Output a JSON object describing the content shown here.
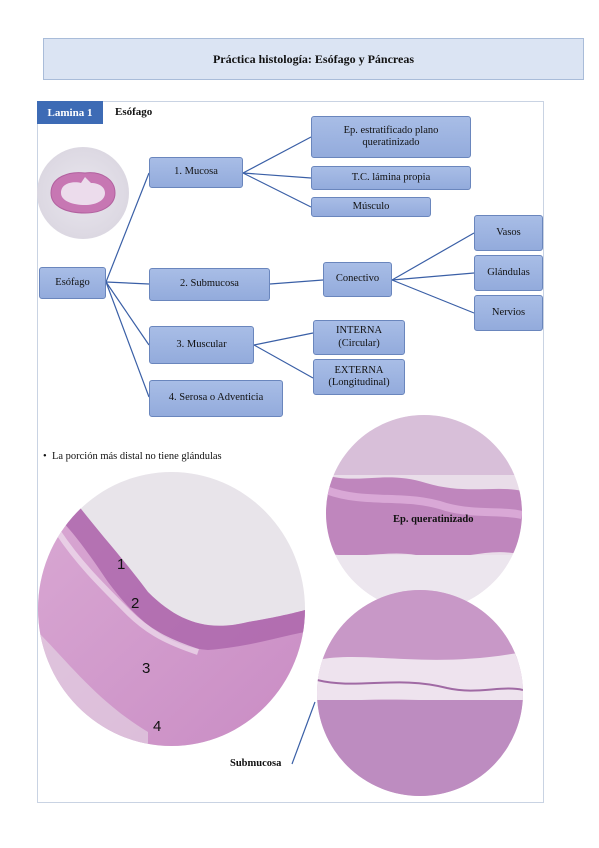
{
  "header": {
    "title": "Práctica histología: Esófago y Páncreas"
  },
  "lamina": {
    "tag": "Lamina 1",
    "title": "Esófago"
  },
  "diagram": {
    "root": "Esófago",
    "mucosa": "1. Mucosa",
    "mucosa_children": [
      "Ep. estratificado plano queratinizado",
      "T.C. lámina propia",
      "Músculo"
    ],
    "submucosa": "2. Submucosa",
    "conectivo": "Conectivo",
    "conectivo_children": [
      "Vasos",
      "Glándulas",
      "Nervios"
    ],
    "muscular": "3. Muscular",
    "interna": "INTERNA (Circular)",
    "externa": "EXTERNA (Longitudinal)",
    "serosa": "4. Serosa o Adventicia"
  },
  "note": "La porción más distal no tiene glándulas",
  "photos": {
    "layer_labels": [
      "1",
      "2",
      "3",
      "4"
    ],
    "ep_label": "Ep. queratinizado",
    "submucosa_label": "Submucosa"
  },
  "colors": {
    "title_bg": "#dbe4f3",
    "tag_bg": "#3d6bb5",
    "box_fill": "#a8bde6",
    "connector": "#3a5fa6"
  }
}
